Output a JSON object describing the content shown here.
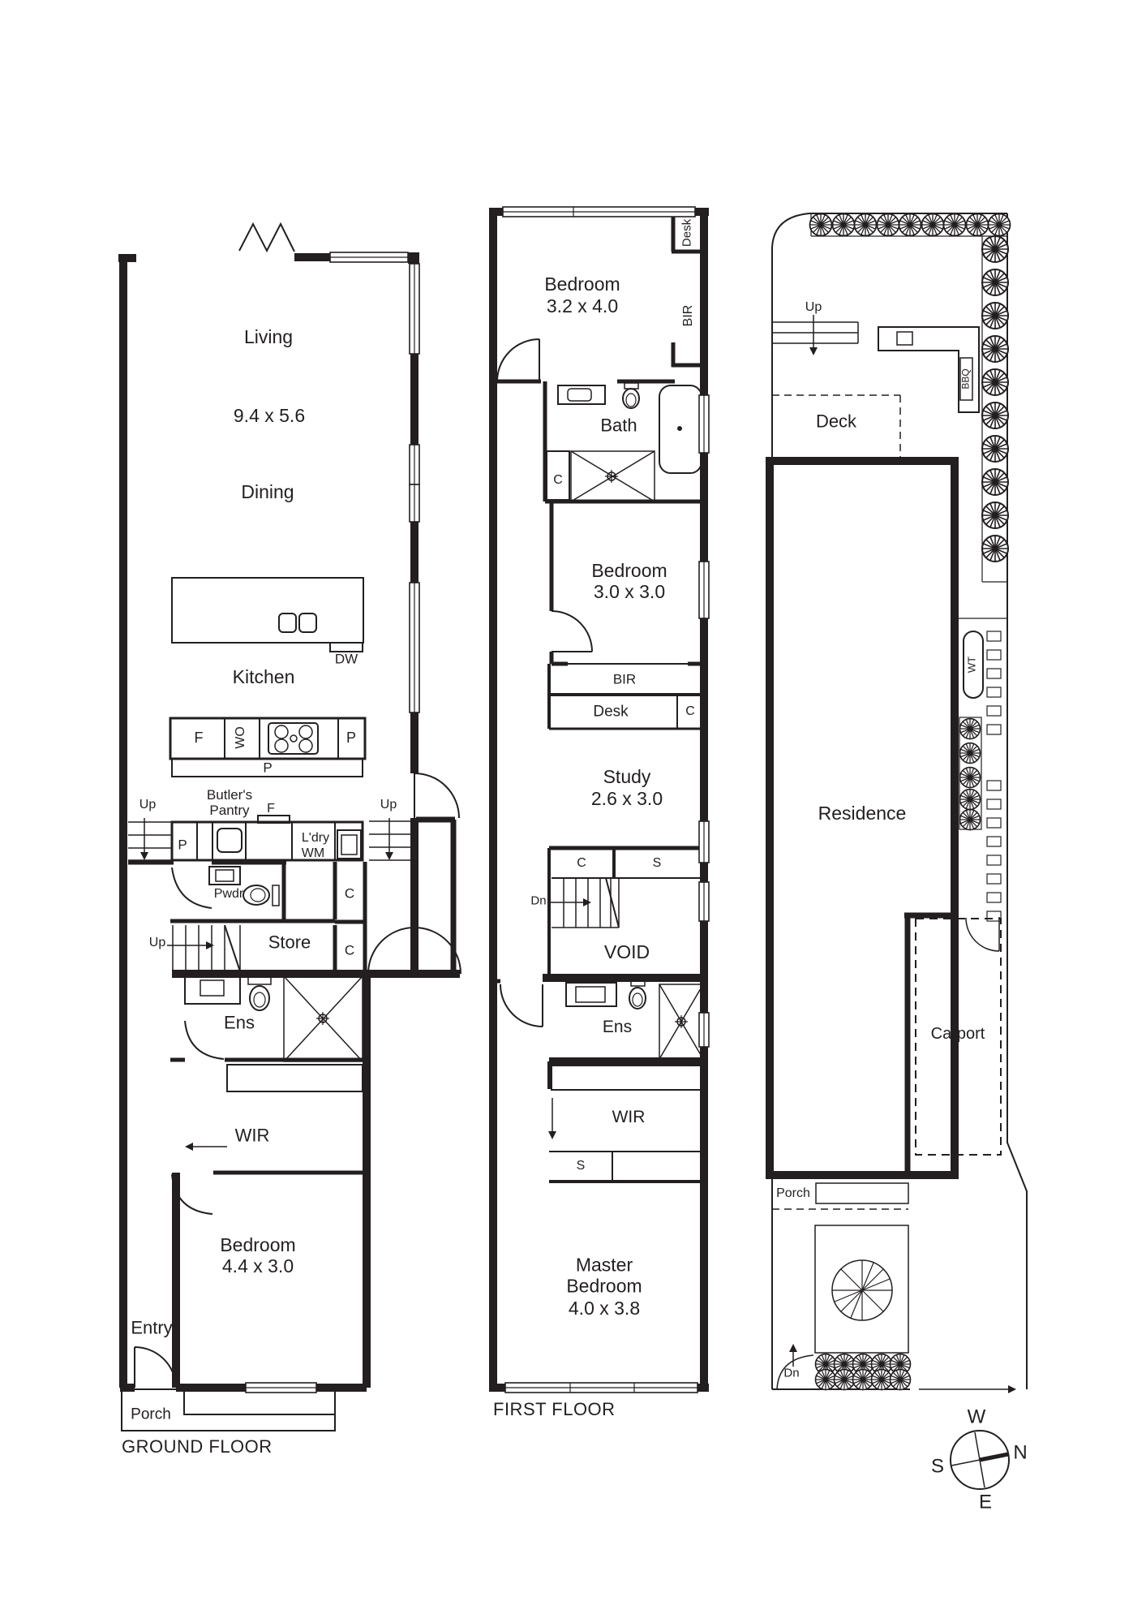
{
  "gf": {
    "floor": "GROUND FLOOR",
    "living": "Living",
    "living_dims": "9.4 x 5.6",
    "dining": "Dining",
    "kitchen": "Kitchen",
    "dw": "DW",
    "fridge": "F",
    "wall_oven": "WO",
    "pantry_right": "P",
    "pantry_strip": "P",
    "butlers": "Butler's Pantry",
    "fridge2": "F",
    "up_left": "Up",
    "up_right": "Up",
    "pantry_lower": "P",
    "laundry": "L'dry",
    "wm": "WM",
    "powder": "Pwdr",
    "cupboard1": "C",
    "cupboard2": "C",
    "store": "Store",
    "up_stairs": "Up",
    "ensuite": "Ens",
    "wir": "WIR",
    "bedroom": "Bedroom",
    "bedroom_dims": "4.4 x 3.0",
    "entry": "Entry",
    "porch": "Porch"
  },
  "ff": {
    "floor": "FIRST FLOOR",
    "desk_nook": "Desk",
    "bedroom1": "Bedroom",
    "bedroom1_dims": "3.2 x 4.0",
    "bir_side": "BIR",
    "bath": "Bath",
    "cupboard_bath": "C",
    "bedroom2": "Bedroom",
    "bedroom2_dims": "3.0 x 3.0",
    "bir": "BIR",
    "desk": "Desk",
    "cupboard_desk": "C",
    "study": "Study",
    "study_dims": "2.6 x 3.0",
    "cupboard_stair": "C",
    "shelf_stair": "S",
    "dn": "Dn",
    "void": "VOID",
    "ensuite": "Ens",
    "wir": "WIR",
    "shelf_wir": "S",
    "master": "Master Bedroom",
    "master_dims": "4.0 x 3.8"
  },
  "site": {
    "up": "Up",
    "bbq": "BBQ",
    "deck": "Deck",
    "residence": "Residence",
    "wt": "WT",
    "carport": "Carport",
    "porch": "Porch",
    "dn": "Dn"
  },
  "compass": {
    "w": "W",
    "n": "N",
    "s": "S",
    "e": "E"
  }
}
